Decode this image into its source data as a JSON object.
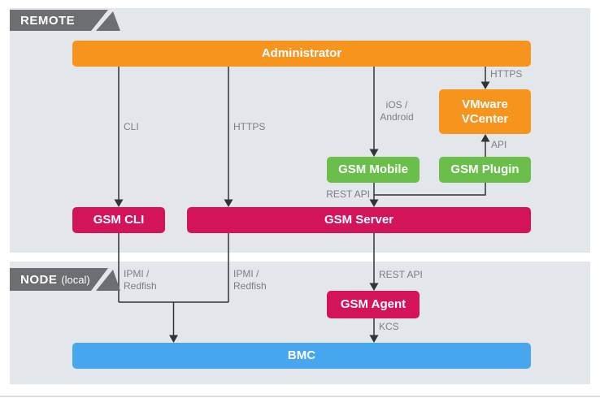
{
  "sections": {
    "remote": {
      "label": "REMOTE"
    },
    "node": {
      "label": "NODE",
      "sublabel": "(local)"
    }
  },
  "boxes": {
    "administrator": {
      "label": "Administrator"
    },
    "vmware_vcenter": {
      "label": "VMware VCenter"
    },
    "gsm_mobile": {
      "label": "GSM Mobile"
    },
    "gsm_plugin": {
      "label": "GSM Plugin"
    },
    "gsm_cli": {
      "label": "GSM CLI"
    },
    "gsm_server": {
      "label": "GSM Server"
    },
    "gsm_agent": {
      "label": "GSM Agent"
    },
    "bmc": {
      "label": "BMC"
    }
  },
  "edge_labels": {
    "cli": "CLI",
    "https_left": "HTTPS",
    "ios_android": "iOS /\nAndroid",
    "https_right": "HTTPS",
    "api": "API",
    "rest_api_remote": "REST API",
    "ipmi_redfish_1": "IPMI /\nRedfish",
    "ipmi_redfish_2": "IPMI /\nRedfish",
    "rest_api_node": "REST API",
    "kcs": "KCS"
  },
  "colors": {
    "orange": "#f7941e",
    "green": "#6abf4b",
    "pink": "#d4145a",
    "blue": "#47a6ee",
    "panel_gray": "#e3e6ea",
    "banner_gray": "#6d6e71",
    "line": "#333333",
    "label_text": "#7b7e83"
  }
}
